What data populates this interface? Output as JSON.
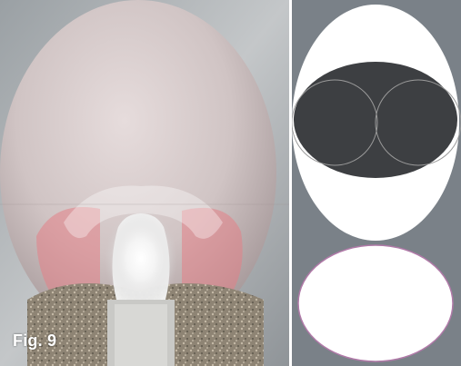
{
  "figure": {
    "label": "Fig. 9"
  },
  "photo": {
    "subject": "egg-over-lightbulb"
  },
  "diagram": {
    "shapes": [
      "upper-ellipse",
      "dark-band",
      "left-circle",
      "right-circle",
      "lower-ellipse"
    ]
  },
  "colors": {
    "diagram_background": "#7a8188",
    "dark_band": "#3d3f42",
    "ellipse_fill": "#ffffff",
    "lower_ellipse_outline": "#b07aa8",
    "egg_glow": "#e37f86"
  }
}
